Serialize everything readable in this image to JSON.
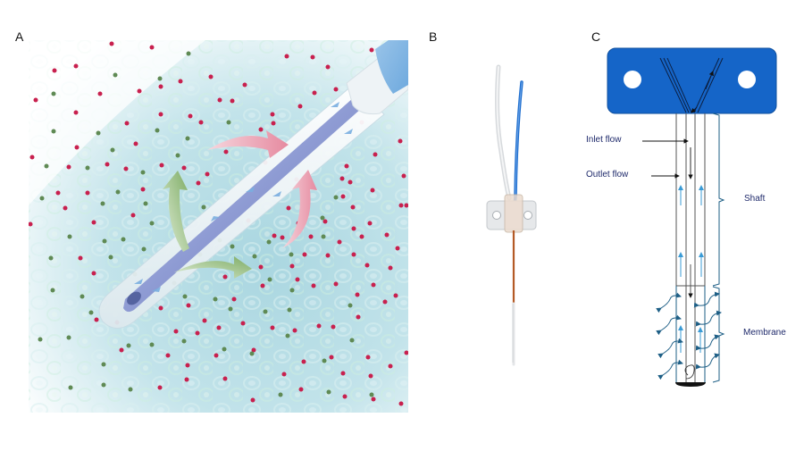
{
  "figure": {
    "panels": [
      {
        "id": "A",
        "label": "A",
        "description": "Illustration of microdialysis probe inserted in tissue with analyte molecules diffusing across membrane"
      },
      {
        "id": "B",
        "label": "B",
        "description": "Photograph of microdialysis probe with inlet (blue) and outlet (clear) tubing, mounting block and membrane tip"
      },
      {
        "id": "C",
        "label": "C",
        "description": "Schematic of probe showing flow paths"
      }
    ],
    "panel_c": {
      "inlet_label": "Inlet flow",
      "outlet_label": "Outlet flow",
      "shaft_label": "Shaft",
      "membrane_label": "Membrane"
    },
    "colors": {
      "block_blue": "#1565c8",
      "flow_arrow_blue": "#3a9bd6",
      "diffusion_arrow": "#1e5f86",
      "label_text": "#1f2a6b",
      "analyte_red": "#c8204e",
      "analyte_green": "#5f8a54",
      "tissue_bg": "#bfe0e8"
    }
  }
}
